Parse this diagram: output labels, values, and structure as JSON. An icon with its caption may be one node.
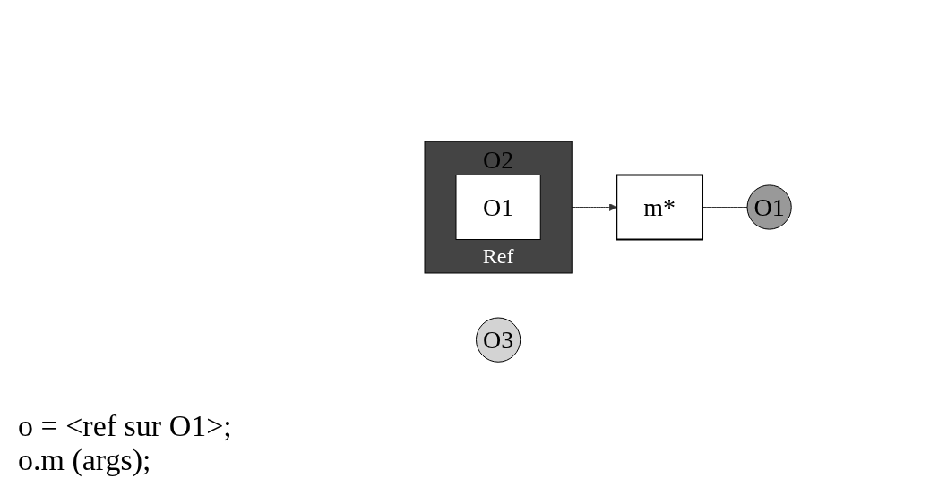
{
  "diagram": {
    "nodes": [
      {
        "text": [
          "O2"
        ]
      },
      {
        "text": [
          "O1"
        ],
        "in": 0,
        "beside": [
          "Ref"
        ]
      },
      {
        "text": [
          "m*"
        ]
      },
      {
        "text": [
          "O1"
        ]
      },
      {
        "text": [
          "O3"
        ]
      }
    ],
    "edges": [
      {
        "from": 0,
        "to": 2,
        "arrow": "to"
      },
      {
        "from": 2,
        "to": 3,
        "arrow": "none"
      }
    ],
    "labels": [
      "o = <ref sur O1>;",
      "o.m (args);"
    ]
  }
}
